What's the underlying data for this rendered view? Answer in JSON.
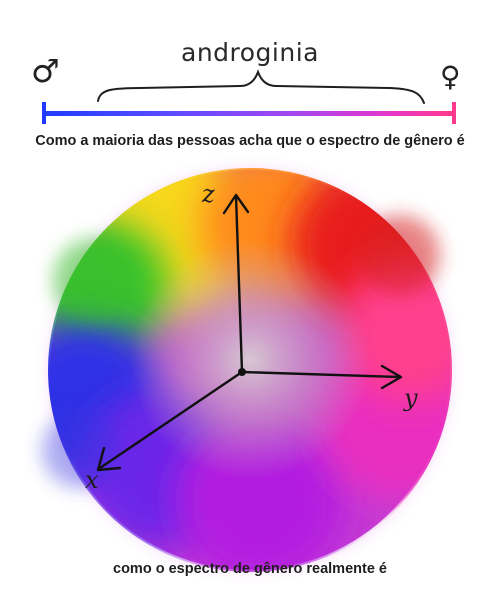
{
  "top": {
    "title": "androginia",
    "male_symbol": "♂",
    "female_symbol": "♀",
    "caption": "Como a maioria das pessoas acha que o espectro de gênero é",
    "gradient_colors": [
      "#1f3cff",
      "#5a4bff",
      "#a347f0",
      "#e636c8",
      "#ff3a8c"
    ]
  },
  "bottom": {
    "axis_labels": {
      "z": "z",
      "y": "y",
      "x": "x"
    },
    "caption": "como o espectro de gênero realmente é",
    "sphere_colors": {
      "yellow": "#f7d81a",
      "orange": "#ff8a1e",
      "red": "#e81f1f",
      "green": "#39c52b",
      "blue": "#2f33e6",
      "purple": "#b21fe0",
      "magenta": "#ea2fbf",
      "pink": "#ff3f8c",
      "center": "#c9b7bd"
    }
  }
}
